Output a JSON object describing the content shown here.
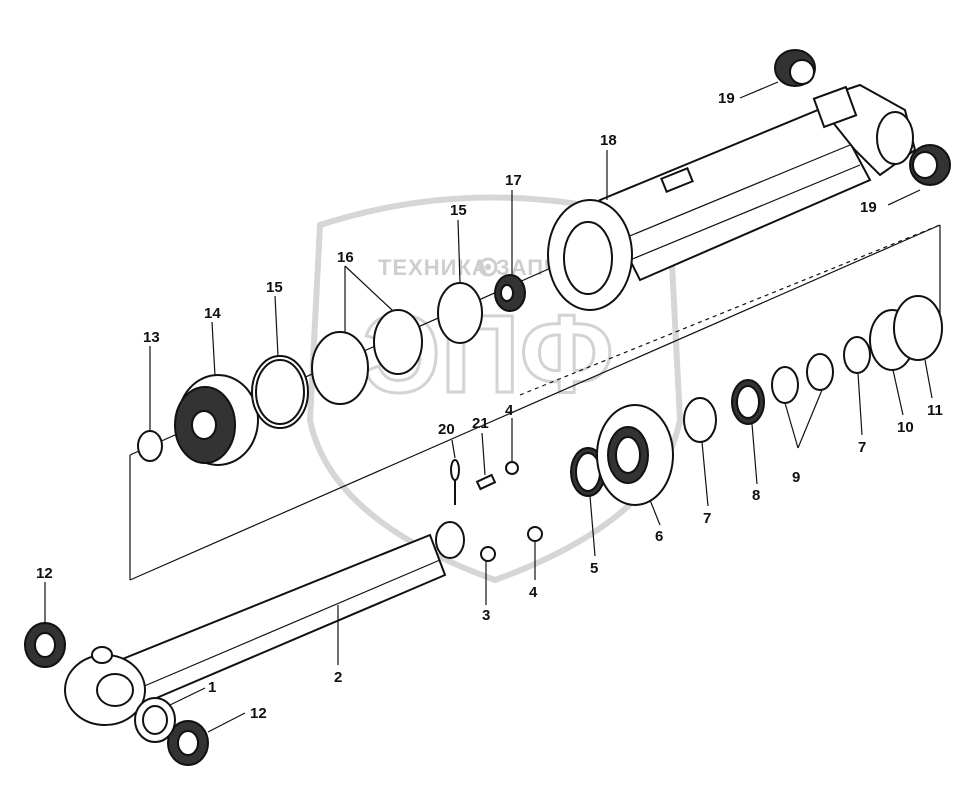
{
  "watermark": {
    "text": "ТЕХНИКА ЗАПЧАСТИ",
    "logo": "ЭПФ",
    "gear_icon": "gear-icon"
  },
  "callouts": [
    "1",
    "2",
    "3",
    "4",
    "4",
    "5",
    "6",
    "7",
    "7",
    "8",
    "9",
    "10",
    "11",
    "12",
    "12",
    "13",
    "14",
    "15",
    "15",
    "16",
    "17",
    "18",
    "19",
    "19",
    "20",
    "21"
  ]
}
